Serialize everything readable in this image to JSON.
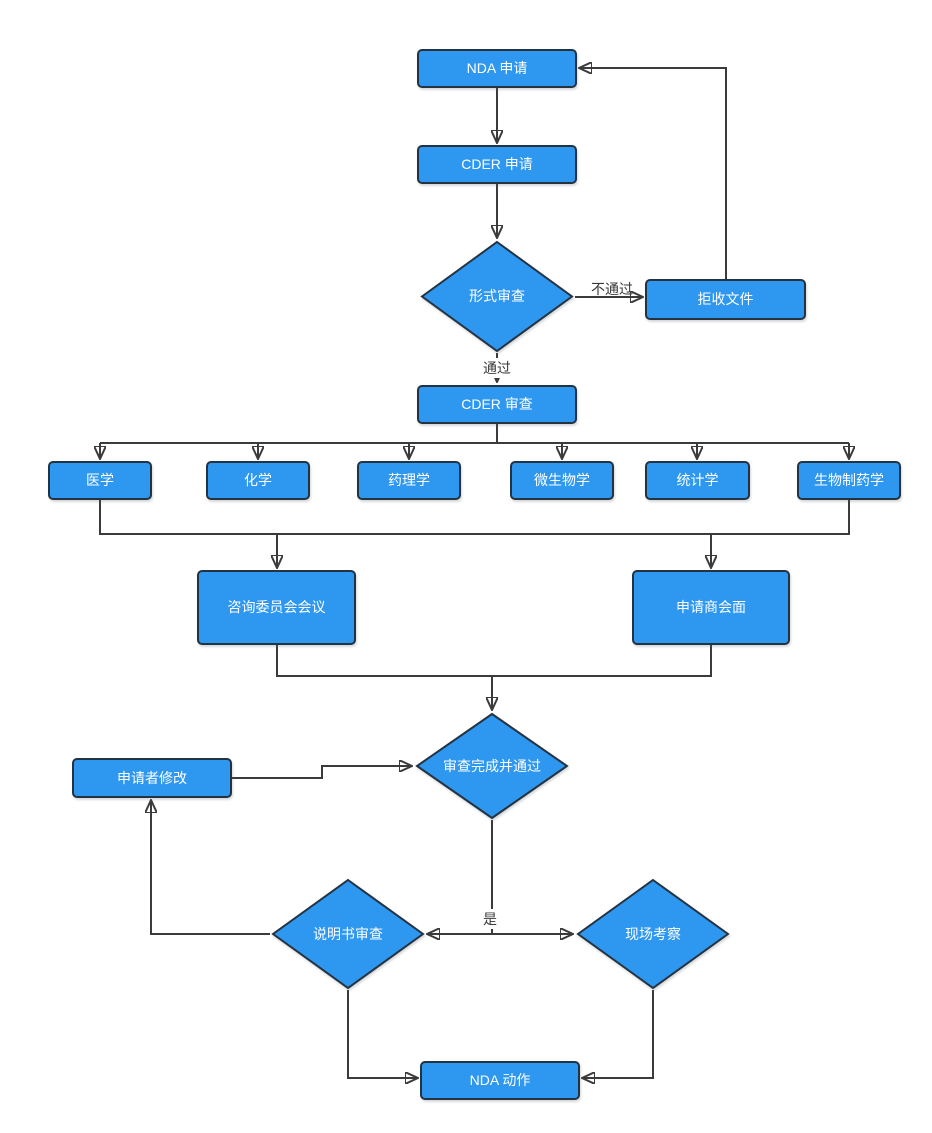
{
  "diagram": {
    "type": "flowchart",
    "language": "zh-CN",
    "nodes": {
      "nda_application": {
        "label": "NDA 申请",
        "shape": "rect"
      },
      "cder_application": {
        "label": "CDER 申请",
        "shape": "rect"
      },
      "formal_review": {
        "label": "形式审查",
        "shape": "diamond"
      },
      "reject_document": {
        "label": "拒收文件",
        "shape": "rect"
      },
      "cder_review": {
        "label": "CDER 审查",
        "shape": "rect"
      },
      "medicine": {
        "label": "医学",
        "shape": "rect"
      },
      "chemistry": {
        "label": "化学",
        "shape": "rect"
      },
      "pharmacology": {
        "label": "药理学",
        "shape": "rect"
      },
      "microbiology": {
        "label": "微生物学",
        "shape": "rect"
      },
      "statistics": {
        "label": "统计学",
        "shape": "rect"
      },
      "biopharmaceutics": {
        "label": "生物制药学",
        "shape": "rect"
      },
      "advisory_committee_meeting": {
        "label": "咨询委员会会议",
        "shape": "rect"
      },
      "applicant_meeting": {
        "label": "申请商会面",
        "shape": "rect"
      },
      "review_complete": {
        "label": "审查完成并通过",
        "shape": "diamond"
      },
      "applicant_modify": {
        "label": "申请者修改",
        "shape": "rect"
      },
      "label_review": {
        "label": "说明书审查",
        "shape": "diamond"
      },
      "site_inspection": {
        "label": "现场考察",
        "shape": "diamond"
      },
      "nda_action": {
        "label": "NDA 动作",
        "shape": "rect"
      }
    },
    "edge_labels": {
      "fail": "不通过",
      "pass": "通过",
      "yes": "是"
    },
    "colors": {
      "node_fill": "#2e97f0",
      "node_border": "#243342",
      "connector": "#3b3b3b",
      "node_text": "#ffffff",
      "edge_label_text": "#3a3a3a",
      "background": "#ffffff"
    }
  }
}
